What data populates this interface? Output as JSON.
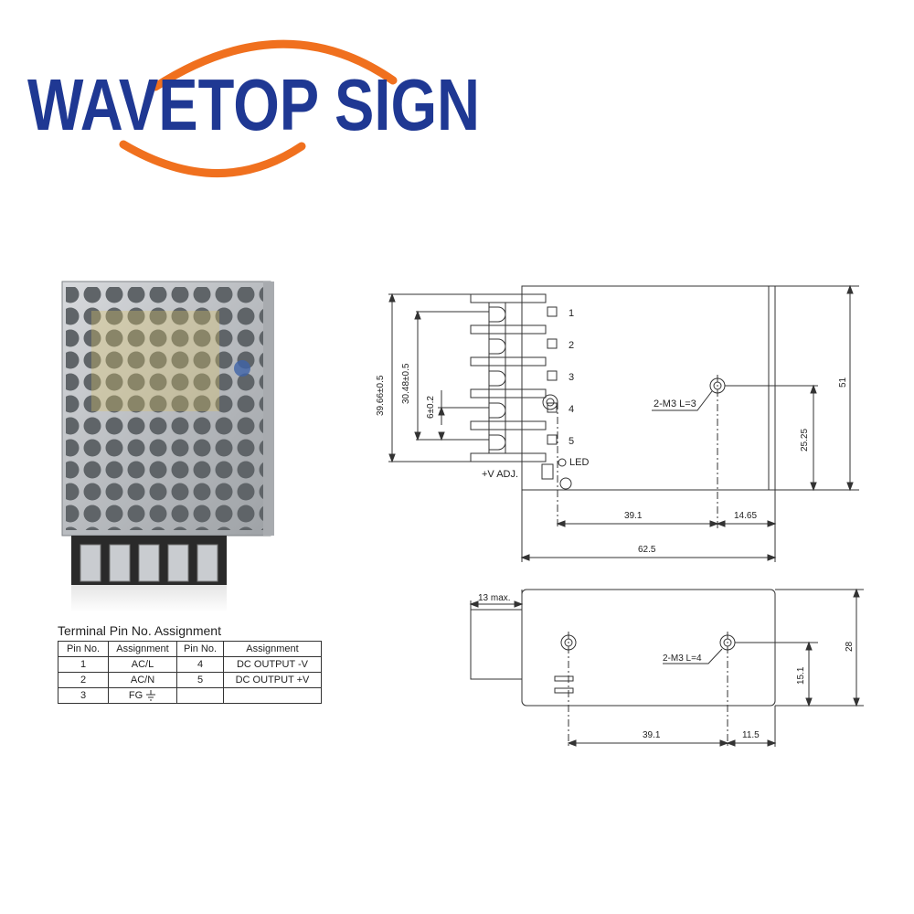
{
  "brand": {
    "logo_text": "WAVETOP SIGN",
    "colors": {
      "primary": "#1f3893",
      "arc": "#f0701e"
    }
  },
  "product_photo": {
    "description_icon": "power-supply-photo"
  },
  "pin_table": {
    "title": "Terminal Pin No.  Assignment",
    "headers": [
      "Pin No.",
      "Assignment",
      "Pin No.",
      "Assignment"
    ],
    "rows": [
      [
        "1",
        "AC/L",
        "4",
        "DC OUTPUT -V"
      ],
      [
        "2",
        "AC/N",
        "5",
        "DC OUTPUT +V"
      ],
      [
        "3",
        "FG",
        "",
        ""
      ]
    ]
  },
  "top_view": {
    "pins": [
      "1",
      "2",
      "3",
      "4",
      "5"
    ],
    "led_label": "LED",
    "vadj_label": "+V ADJ.",
    "mount_label": "2-M3 L=3",
    "dims": {
      "height_total": "39.66±0.5",
      "height_inner": "30.48±0.5",
      "pin_pitch": "6±0.2",
      "width_51": "51",
      "offset_25_25": "25.25",
      "offset_39_1": "39.1",
      "offset_14_65": "14.65",
      "length_62_5": "62.5"
    }
  },
  "side_view": {
    "mount_label": "2-M3 L=4",
    "dims": {
      "terminal_max": "13 max.",
      "height_28": "28",
      "offset_15_1": "15.1",
      "offset_39_1": "39.1",
      "offset_11_5": "11.5"
    }
  }
}
